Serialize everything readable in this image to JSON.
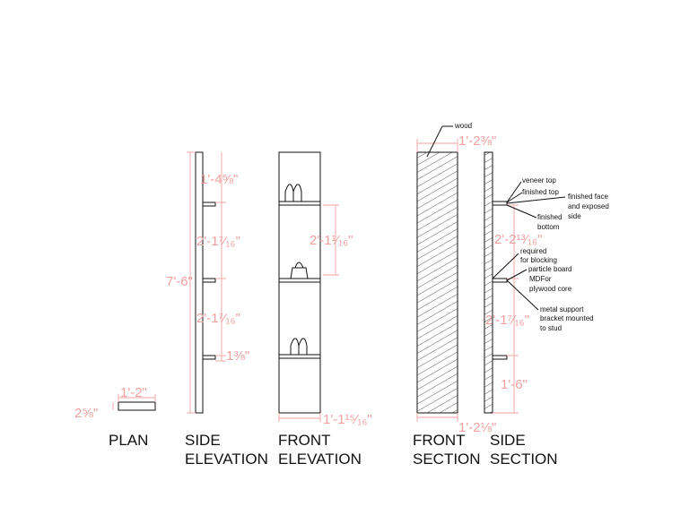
{
  "views": {
    "plan": "PLAN",
    "side_elevation": [
      "SIDE",
      "ELEVATION"
    ],
    "front_elevation": [
      "FRONT",
      "ELEVATION"
    ],
    "front_section": [
      "FRONT",
      "SECTION"
    ],
    "side_section": [
      "SIDE",
      "SECTION"
    ]
  },
  "dims": {
    "plan_width": "1'-2\"",
    "plan_depth": "2⅝\"",
    "side_top": "1'-4⅝\"",
    "side_overall": "7'-6\"",
    "side_mid1": "2'-1⁷⁄₁₆\"",
    "side_mid2": "2'-1⁷⁄₁₆\"",
    "side_bottom": "1⅜\"",
    "front_mid": "2'-1¹⁄₁₆\"",
    "front_width": "1'-1¹⁵⁄₁₆\"",
    "fsec_top": "1'-2⅜\"",
    "fsec_bottom": "1'-2⅛\"",
    "ssec_mid1": "2'-2¹³⁄₁₆\"",
    "ssec_mid2": "2'-1⁷⁄₁₆\"",
    "ssec_bottom": "1'-6\""
  },
  "notes": {
    "wood": "wood",
    "veneer_top": "veneer top",
    "finished_top": "finished top",
    "finished_face": [
      "finished face",
      "and exposed",
      "side"
    ],
    "finished_bottom": [
      "finished",
      "bottom"
    ],
    "blocking": [
      "required",
      "for blocking"
    ],
    "particle_board": [
      "particle board",
      "MDFor",
      "plywood core"
    ],
    "metal_support": [
      "metal support",
      "bracket mounted",
      "to stud"
    ]
  },
  "colors": {
    "dimension": "#f0a0a0",
    "linework": "#111111",
    "background": "#ffffff"
  }
}
